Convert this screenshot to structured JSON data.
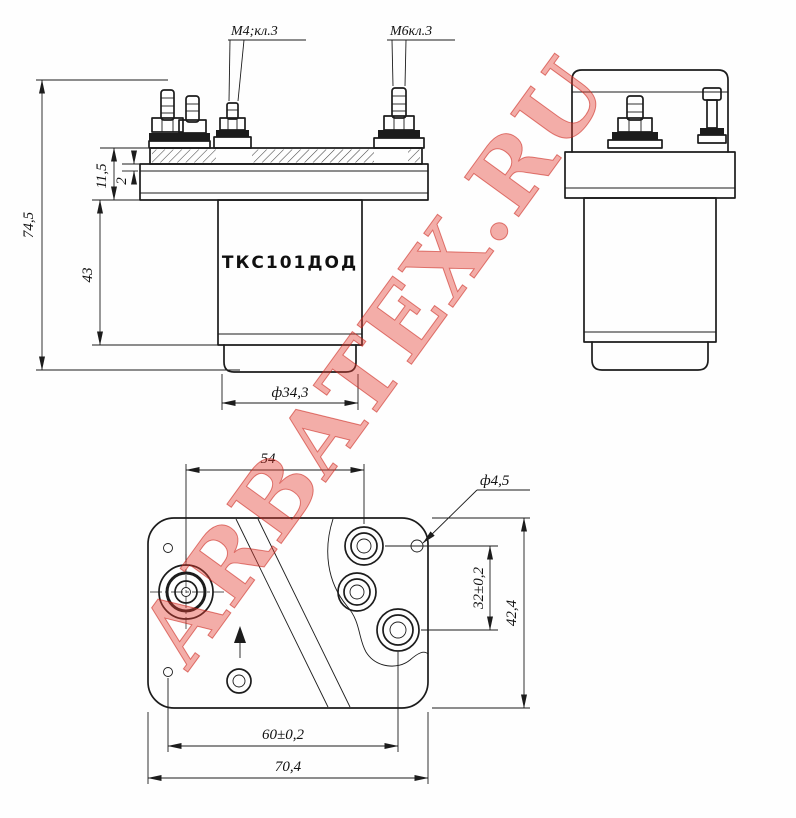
{
  "watermark": {
    "text": "ARBATEX.RU",
    "color": "#e23e32"
  },
  "colors": {
    "line": "#1c1c1c",
    "background": "#fefefe"
  },
  "drawing": {
    "part_label": "ТКС101ДОД",
    "front_view": {
      "thread_label_m4": "М4;кл.3",
      "thread_label_m6": "М6кл.3",
      "dim_total_height": "74,5",
      "dim_flange_height": "11,5",
      "dim_plate_thickness": "2",
      "dim_body_height": "43",
      "dim_body_diameter": "ф34,3"
    },
    "plan_view": {
      "dim_hole_spacing_top": "54",
      "dim_hole_diameter": "ф4,5",
      "dim_hole_spacing_vert": "32±0,2",
      "dim_plate_height": "42,4",
      "dim_hole_spacing_bottom": "60±0,2",
      "dim_plate_width": "70,4"
    }
  }
}
